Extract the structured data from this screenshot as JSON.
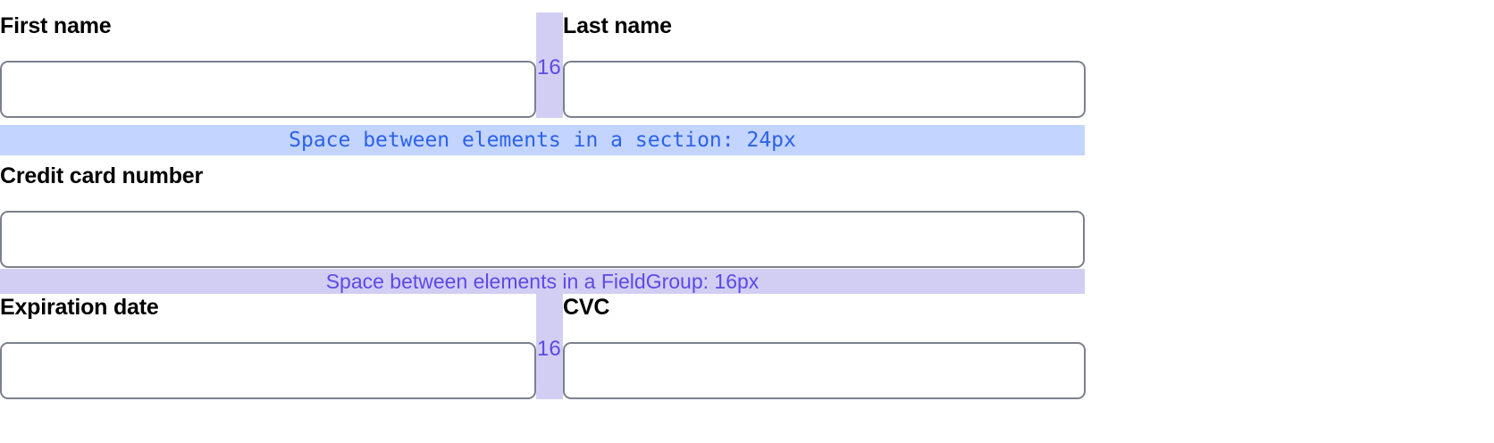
{
  "form": {
    "rows": [
      {
        "id": "name-row",
        "left": {
          "label": "First name",
          "value": "",
          "placeholder": ""
        },
        "gap": {
          "value": "16"
        },
        "right": {
          "label": "Last name",
          "value": "",
          "placeholder": ""
        }
      },
      {
        "id": "expiry-row",
        "left": {
          "label": "Expiration date",
          "value": "",
          "placeholder": ""
        },
        "gap": {
          "value": "16"
        },
        "right": {
          "label": "CVC",
          "value": "",
          "placeholder": ""
        }
      }
    ],
    "credit_card": {
      "label": "Credit card number",
      "value": "",
      "placeholder": ""
    }
  },
  "annotations": {
    "section_spacing": {
      "text": "Space between elements in a section: 24px",
      "value": "24px",
      "bar_color": "#c3d4fe",
      "text_color": "#2b62ec"
    },
    "fieldgroup_spacing": {
      "text": "Space between elements in a FieldGroup: 16px",
      "value": "16px",
      "bar_color": "#d2cef3",
      "text_color": "#5b4ae8"
    },
    "column_gap": {
      "value": "16",
      "band_color": "#d2cef3",
      "text_color": "#5b4ae8"
    }
  },
  "theme": {
    "background": "#ffffff",
    "input_border": "#7b808d",
    "label_color": "#000000"
  }
}
